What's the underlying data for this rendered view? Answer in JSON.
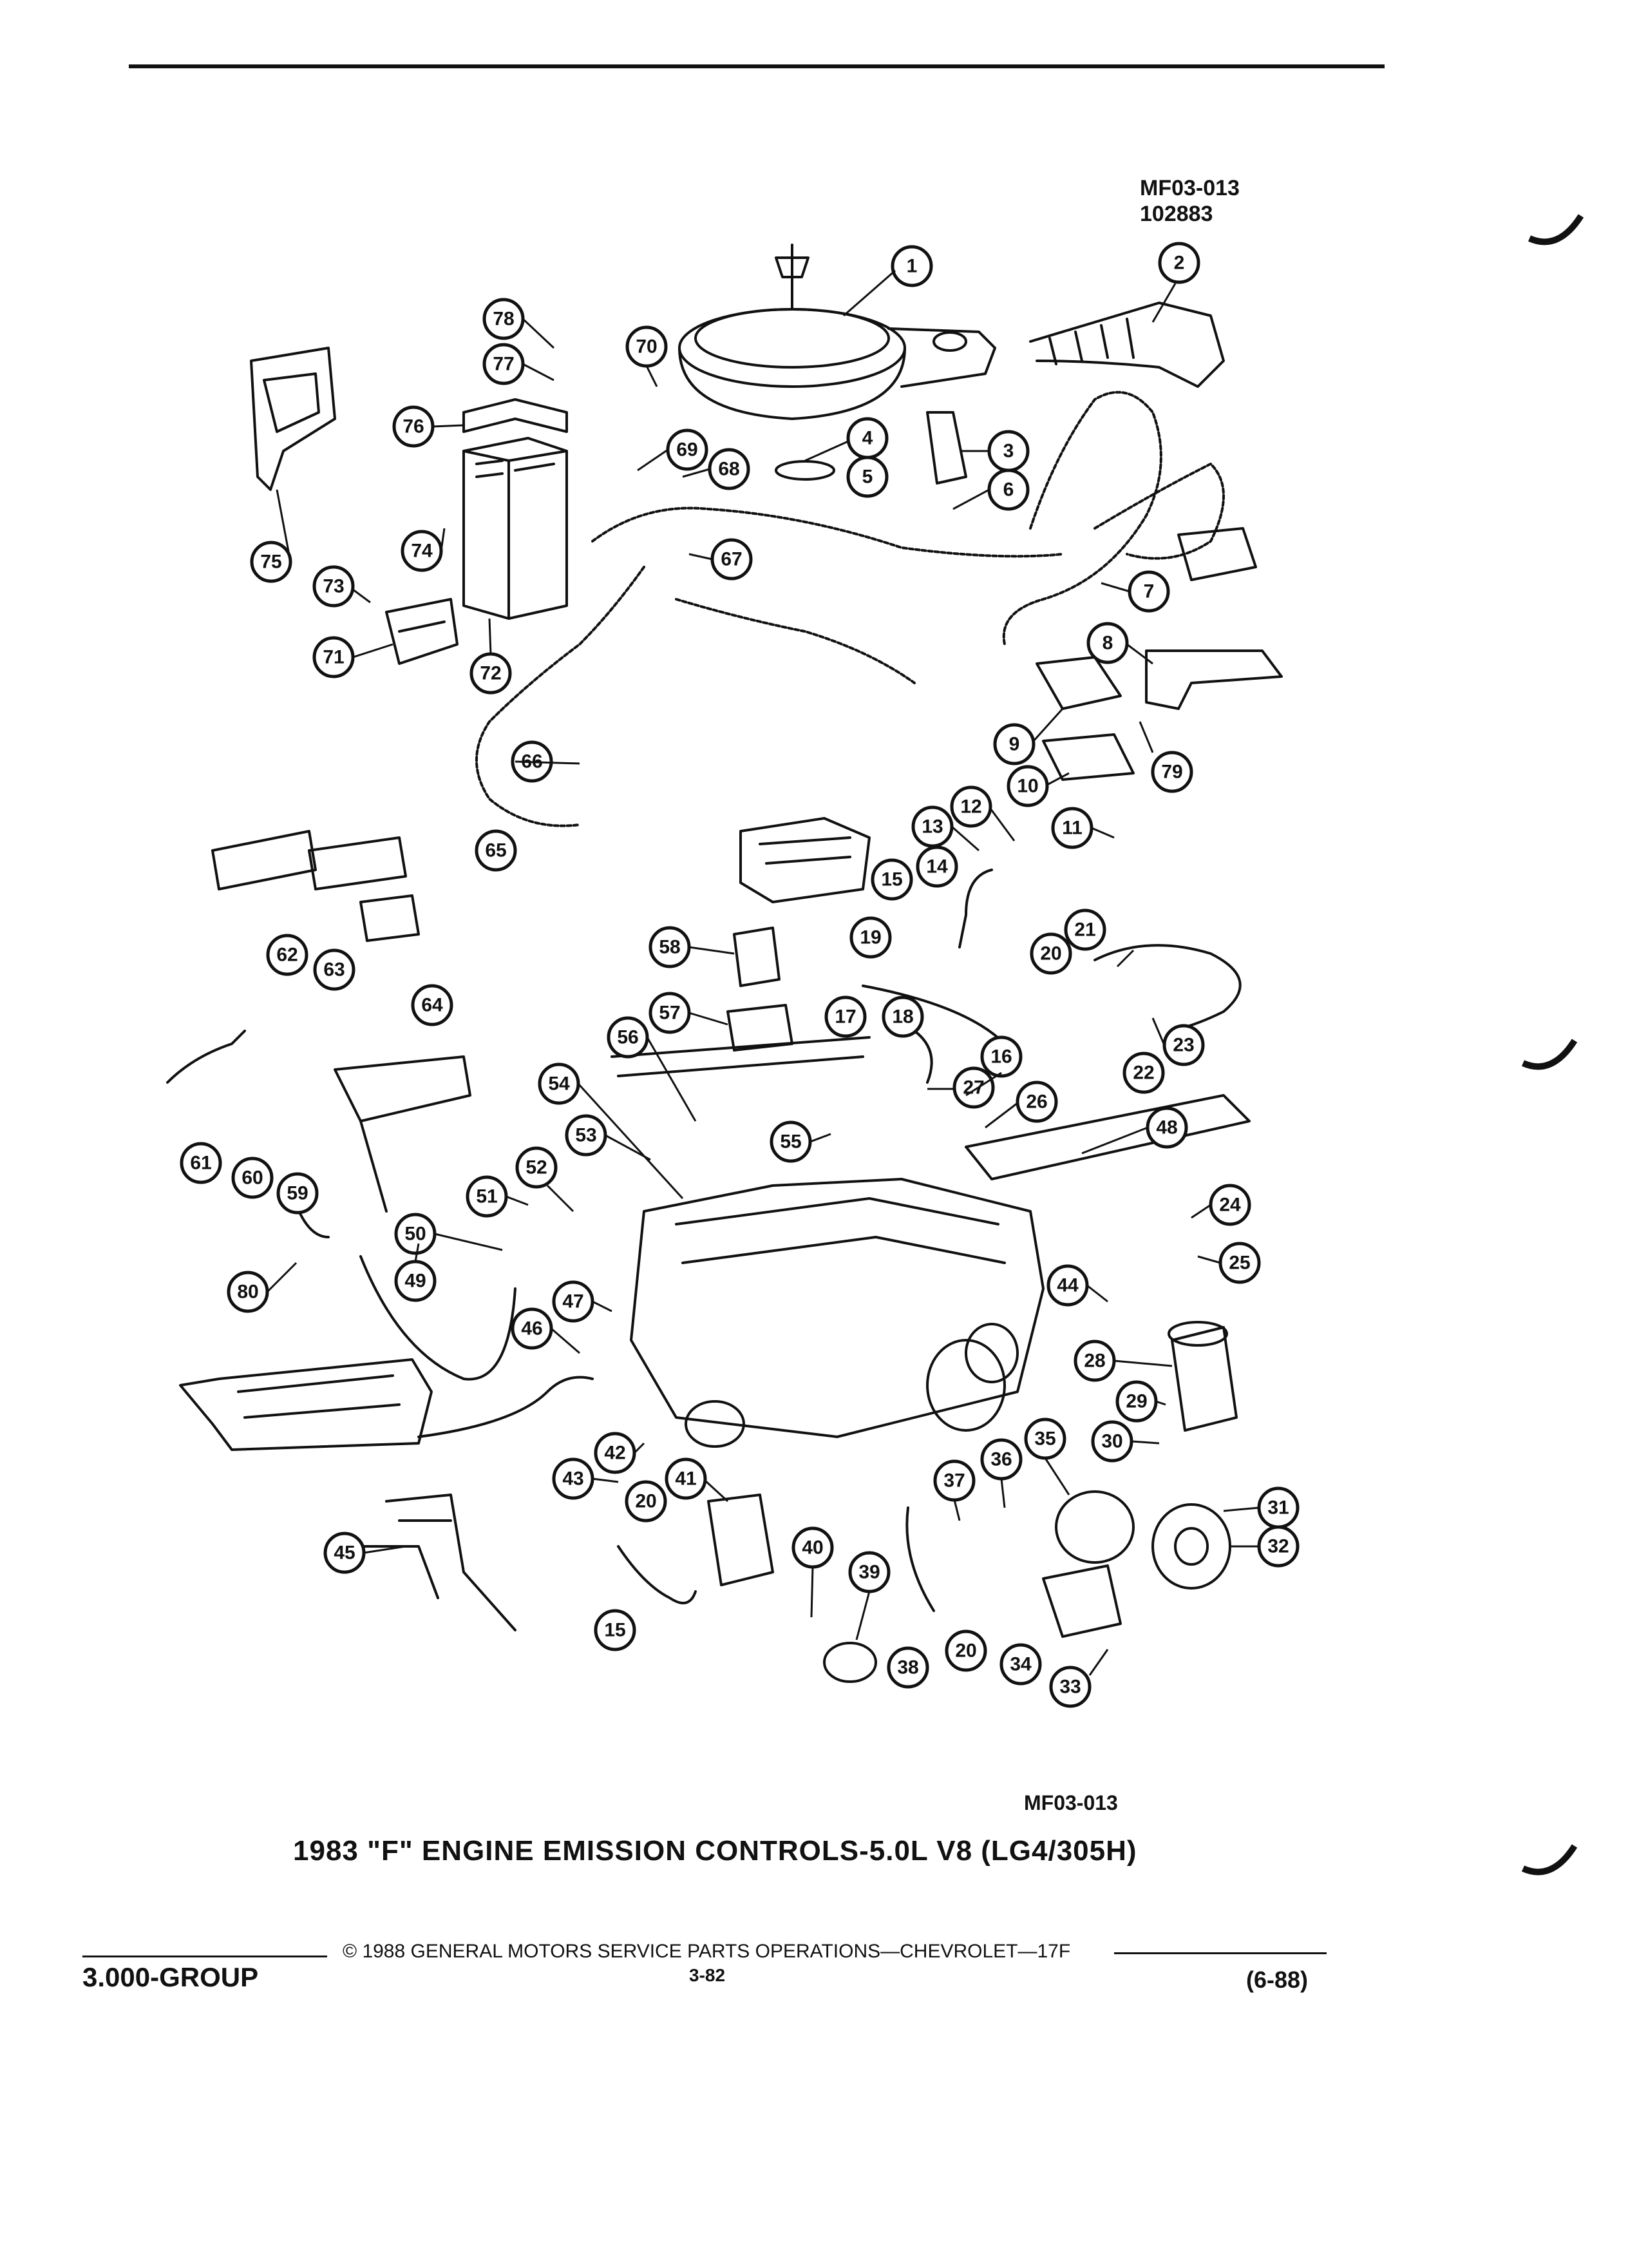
{
  "header": {
    "ref_code": "MF03-013",
    "ref_number": "102883"
  },
  "diagram": {
    "callouts": [
      "1",
      "2",
      "3",
      "4",
      "5",
      "6",
      "7",
      "8",
      "9",
      "10",
      "11",
      "12",
      "13",
      "14",
      "15",
      "15b",
      "16",
      "17",
      "18",
      "19",
      "20",
      "20b",
      "20c",
      "21",
      "22",
      "23",
      "24",
      "25",
      "26",
      "27",
      "28",
      "29",
      "30",
      "31",
      "32",
      "33",
      "34",
      "35",
      "36",
      "37",
      "38",
      "39",
      "40",
      "41",
      "42",
      "43",
      "44",
      "45",
      "46",
      "47",
      "48",
      "49",
      "50",
      "51",
      "52",
      "53",
      "54",
      "55",
      "56",
      "57",
      "58",
      "59",
      "60",
      "61",
      "62",
      "63",
      "64",
      "65",
      "66",
      "67",
      "68",
      "69",
      "70",
      "71",
      "72",
      "73",
      "74",
      "75",
      "76",
      "77",
      "78",
      "79",
      "80"
    ],
    "labels": {
      "1": "1",
      "2": "2",
      "3": "3",
      "4": "4",
      "5": "5",
      "6": "6",
      "7": "7",
      "8": "8",
      "9": "9",
      "10": "10",
      "11": "11",
      "12": "12",
      "13": "13",
      "14": "14",
      "15": "15",
      "15b": "15",
      "16": "16",
      "17": "17",
      "18": "18",
      "19": "19",
      "20": "20",
      "20b": "20",
      "20c": "20",
      "21": "21",
      "22": "22",
      "23": "23",
      "24": "24",
      "25": "25",
      "26": "26",
      "27": "27",
      "28": "28",
      "29": "29",
      "30": "30",
      "31": "31",
      "32": "32",
      "33": "33",
      "34": "34",
      "35": "35",
      "36": "36",
      "37": "37",
      "38": "38",
      "39": "39",
      "40": "40",
      "41": "41",
      "42": "42",
      "43": "43",
      "44": "44",
      "45": "45",
      "46": "46",
      "47": "47",
      "48": "48",
      "49": "49",
      "50": "50",
      "51": "51",
      "52": "52",
      "53": "53",
      "54": "54",
      "55": "55",
      "56": "56",
      "57": "57",
      "58": "58",
      "59": "59",
      "60": "60",
      "61": "61",
      "62": "62",
      "63": "63",
      "64": "64",
      "65": "65",
      "66": "66",
      "67": "67",
      "68": "68",
      "69": "69",
      "70": "70",
      "71": "71",
      "72": "72",
      "73": "73",
      "74": "74",
      "75": "75",
      "76": "76",
      "77": "77",
      "78": "78",
      "79": "79",
      "80": "80"
    }
  },
  "figure_id": "MF03-013",
  "caption": "1983 \"F\" ENGINE EMISSION CONTROLS-5.0L V8 (LG4/305H)",
  "footer": {
    "copyright": "© 1988 GENERAL MOTORS SERVICE PARTS OPERATIONS—CHEVROLET—17F",
    "group": "3.000-GROUP",
    "page": "3-82",
    "date": "(6-88)"
  }
}
